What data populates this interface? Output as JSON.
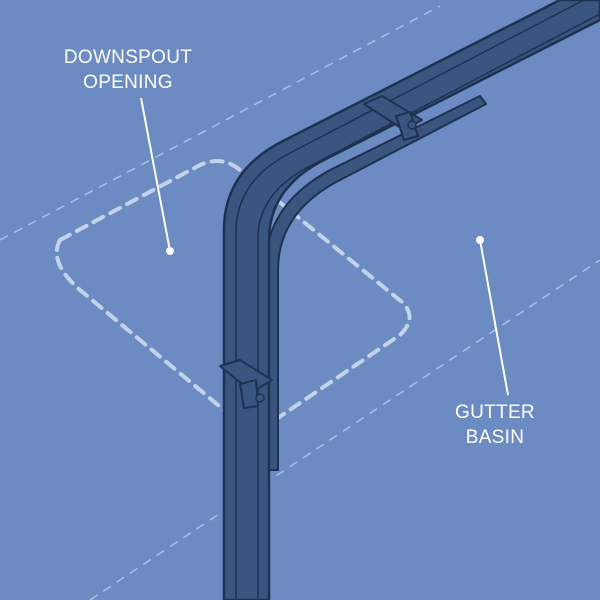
{
  "colors": {
    "background": "#6b8bc2",
    "strip_fill": "#3a5680",
    "strip_outline": "#1e3150",
    "guide_dash": "#a9c0e6",
    "opening_dash": "#c2d2ea",
    "callout": "#ffffff"
  },
  "labels": {
    "downspout_opening": [
      "DOWNSPOUT",
      "OPENING"
    ],
    "gutter_basin": [
      "GUTTER",
      "BASIN"
    ]
  }
}
